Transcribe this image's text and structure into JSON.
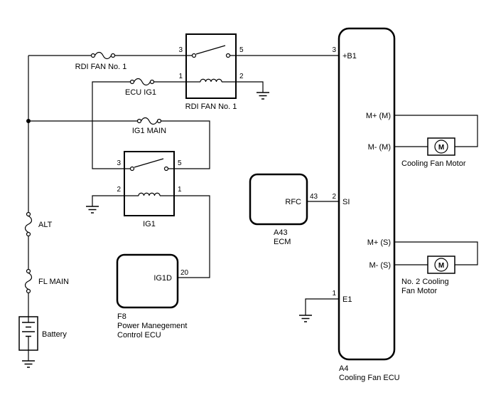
{
  "fuses": {
    "rdi_fan_no1": "RDI FAN No. 1",
    "ecu_ig1": "ECU IG1",
    "ig1_main": "IG1 MAIN",
    "alt": "ALT",
    "fl_main": "FL MAIN"
  },
  "relays": {
    "rdi_fan_no1": {
      "name": "RDI FAN No. 1",
      "pin_top_left": "3",
      "pin_top_right": "5",
      "pin_bottom_left": "1",
      "pin_bottom_right": "2"
    },
    "ig1": {
      "name": "IG1",
      "pin_top_left": "3",
      "pin_top_right": "5",
      "pin_bottom_left": "2",
      "pin_bottom_right": "1"
    }
  },
  "battery": {
    "label": "Battery"
  },
  "f8": {
    "terminal": "IG1D",
    "pin": "20",
    "code": "F8",
    "name_line1": "Power Manegement",
    "name_line2": "Control ECU"
  },
  "ecm": {
    "terminal": "RFC",
    "pin": "43",
    "code": "A43",
    "name": "ECM"
  },
  "fan_ecu": {
    "code": "A4",
    "name": "Cooling Fan ECU",
    "pin_b1": {
      "num": "3",
      "label": "+B1"
    },
    "pin_si": {
      "num": "2",
      "label": "SI"
    },
    "pin_e1": {
      "num": "1",
      "label": "E1"
    },
    "pin_mp_m": "M+ (M)",
    "pin_mm_m": "M- (M)",
    "pin_mp_s": "M+ (S)",
    "pin_mm_s": "M- (S)"
  },
  "motors": {
    "letter": "M",
    "motor1": {
      "name": "Cooling Fan Motor"
    },
    "motor2": {
      "name_line1": "No. 2 Cooling",
      "name_line2": "Fan Motor"
    }
  }
}
